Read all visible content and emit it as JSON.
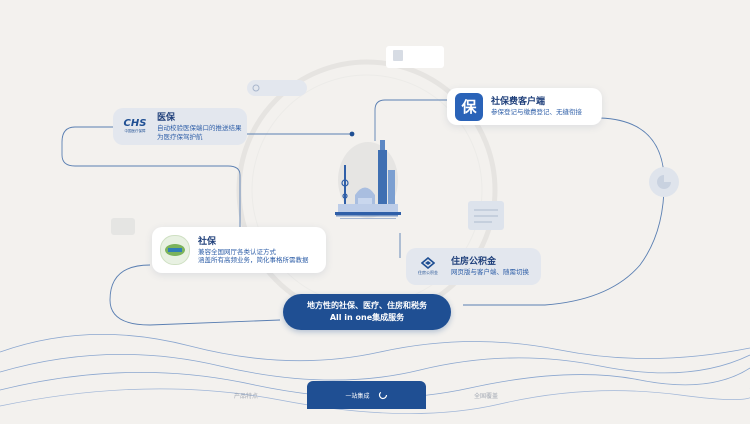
{
  "cards": {
    "yibao": {
      "logo_text": "CHS",
      "logo_sub": "中国医疗保障",
      "title": "医保",
      "desc_1": "自动校验医保端口的推送结果",
      "desc_2": "为医疗保驾护航"
    },
    "shebao": {
      "title": "社保",
      "desc_1": "兼容全国网厅各类认证方式",
      "desc_2": "涵盖所有高频业务，简化事格所需教据"
    },
    "client": {
      "logo_glyph": "保",
      "title": "社保费客户端",
      "desc": "参保登记与缴费登记、无缝衔接"
    },
    "gjj": {
      "logo_sub": "住房公积金",
      "title": "住房公积金",
      "desc": "网页版与客户端、随需切换"
    }
  },
  "center_pill": {
    "line_1": "地方性的社保、医疗、住房和税务",
    "line_2": "All in one集成服务"
  },
  "tabs": [
    {
      "label": "产品特点"
    },
    {
      "label": "一站集成"
    },
    {
      "label": "全国覆盖"
    }
  ],
  "colors": {
    "brand_blue": "#1f4f93",
    "background": "#f3f1ee",
    "text_blue": "#2f5fa8"
  }
}
